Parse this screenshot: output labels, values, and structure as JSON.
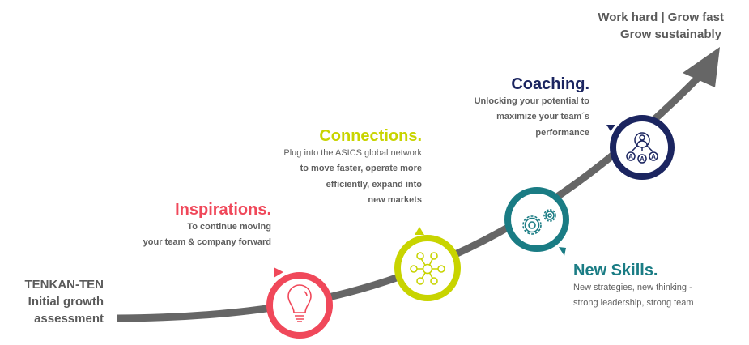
{
  "headline": {
    "line1": "Work hard | Grow fast",
    "line2": "Grow sustainably"
  },
  "start": {
    "line1": "TENKAN-TEN",
    "line2": "Initial growth",
    "line3": "assessment"
  },
  "steps": [
    {
      "title": "Inspirations.",
      "lines": [
        "To continue moving",
        "your team & company forward"
      ],
      "color": "#f0485a",
      "icon": "lightbulb-icon"
    },
    {
      "title": "Connections.",
      "lines": [
        "Plug into the ASICS global network",
        "to move faster, operate more",
        "efficiently, expand into",
        "new markets"
      ],
      "color": "#c8d400",
      "icon": "network-icon"
    },
    {
      "title": "New Skills.",
      "lines": [
        "New strategies, new thinking -",
        "strong leadership, strong team"
      ],
      "color": "#1a7c84",
      "icon": "gears-icon"
    },
    {
      "title": "Coaching.",
      "lines": [
        "Unlocking your potential to",
        "maximize your team´s",
        "performance"
      ],
      "color": "#1b2560",
      "icon": "coaching-team-icon"
    }
  ],
  "curve_color": "#666666"
}
